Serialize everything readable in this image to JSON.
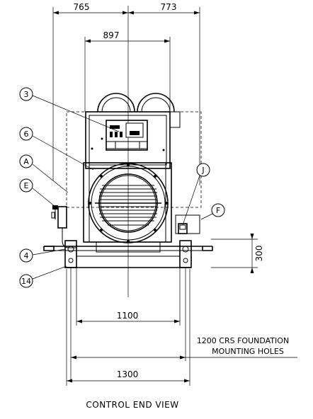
{
  "dimensions": {
    "left_top": "765",
    "right_top": "773",
    "enclosure_width": "897",
    "mount_height": "300",
    "inner_width": "1100",
    "foundation_line1": "1200 CRS FOUNDATION",
    "foundation_line2": "MOUNTING HOLES",
    "overall_width": "1300"
  },
  "callouts": {
    "c3": "3",
    "c6": "6",
    "cA": "A",
    "cE": "E",
    "c4": "4",
    "c14": "14",
    "cJ": "J",
    "cF": "F"
  },
  "caption": "CONTROL END VIEW"
}
